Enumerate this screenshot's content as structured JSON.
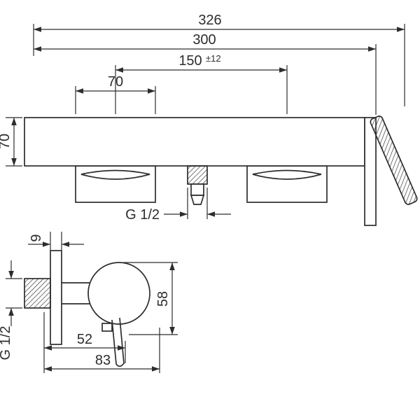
{
  "meta": {
    "description": "Wall-mounted single-lever shower mixer technical dimension drawing",
    "line_color": "#2d2d2d",
    "background_color": "#ffffff"
  },
  "front_view": {
    "dim_overall_width": "326",
    "dim_body_width": "300",
    "dim_hole_spacing": "150",
    "dim_hole_spacing_tolerance": "±12",
    "dim_escutcheon_width": "70",
    "dim_body_height": "70",
    "outlet_thread_label": "G 1/2"
  },
  "side_view": {
    "dim_plate_thickness": "9",
    "inlet_thread_label": "G 1/2",
    "dim_lever_drop": "58",
    "dim_depth_to_lever": "52",
    "dim_overall_depth": "83"
  }
}
